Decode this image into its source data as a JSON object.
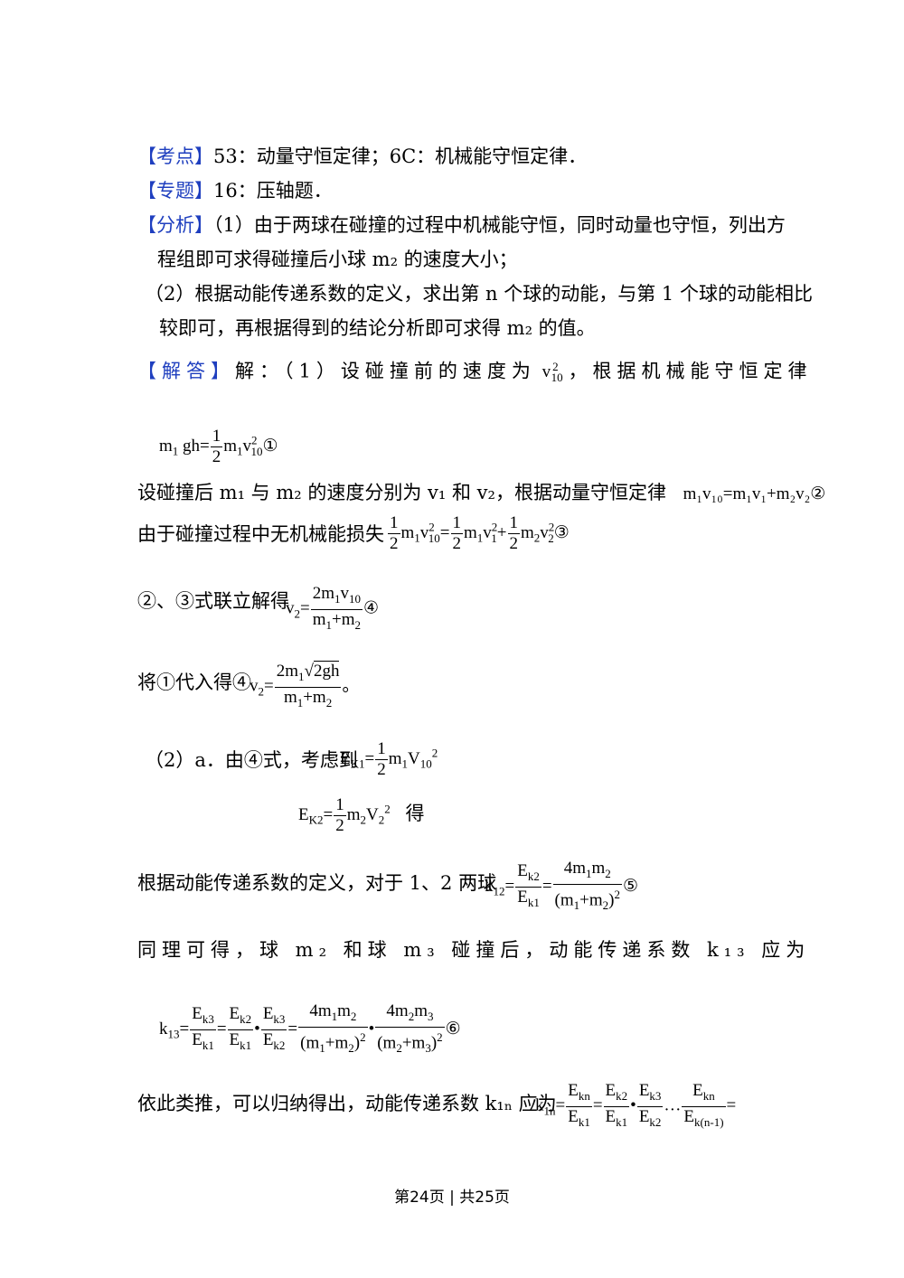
{
  "header": {
    "kaodian_tag": "【考点】",
    "kaodian_text": "53：动量守恒定律；6C：机械能守恒定律．",
    "zhuanti_tag": "【专题】",
    "zhuanti_text": "16：压轴题．",
    "fenxi_tag": "【分析】",
    "fenxi_line1": "（1）由于两球在碰撞的过程中机械能守恒，同时动量也守恒，列出方",
    "fenxi_line2": "程组即可求得碰撞后小球 m₂ 的速度大小；",
    "fenxi_line3": "（2）根据动能传递系数的定义，求出第 n 个球的动能，与第 1 个球的动能相比",
    "fenxi_line4": "较即可，再根据得到的结论分析即可求得 m₂ 的值。",
    "jieda_tag": "【解答】",
    "jieda_line1": "解：（1）设碰撞前的速度为",
    "jieda_line1b": "，根据机械能守恒定律"
  },
  "body": {
    "line_collision": "设碰撞后 m₁ 与 m₂ 的速度分别为 v₁ 和 v₂，根据动量守恒定律",
    "momentum_eq": "m₁v₁₀=m₁v₁+m₂v₂②",
    "line_energy": "由于碰撞过程中无机械能损失",
    "line_solve": "②、③式联立解得",
    "line_sub": "将①代入得④",
    "line_period": "。",
    "part2_line": "（2）a．由④式，考虑到",
    "de": "得",
    "line_k12": "根据动能传递系数的定义，对于 1、2 两球",
    "line_k13_intro": "同理可得，球 m₂ 和球 m₃ 碰撞后，动能传递系数 k₁₃ 应为",
    "line_kn": "依此类推，可以归纳得出，动能传递系数 k₁ₙ 应为"
  },
  "footer": {
    "page_text": "第24页 | 共25页"
  }
}
